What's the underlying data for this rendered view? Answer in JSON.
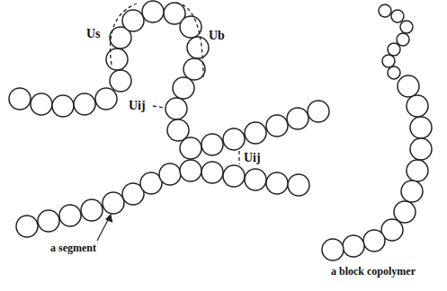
{
  "diagram": {
    "labels": [
      "Us",
      "Ub",
      "Uij",
      "Uij",
      "a segment",
      "a block copolymer"
    ]
  }
}
